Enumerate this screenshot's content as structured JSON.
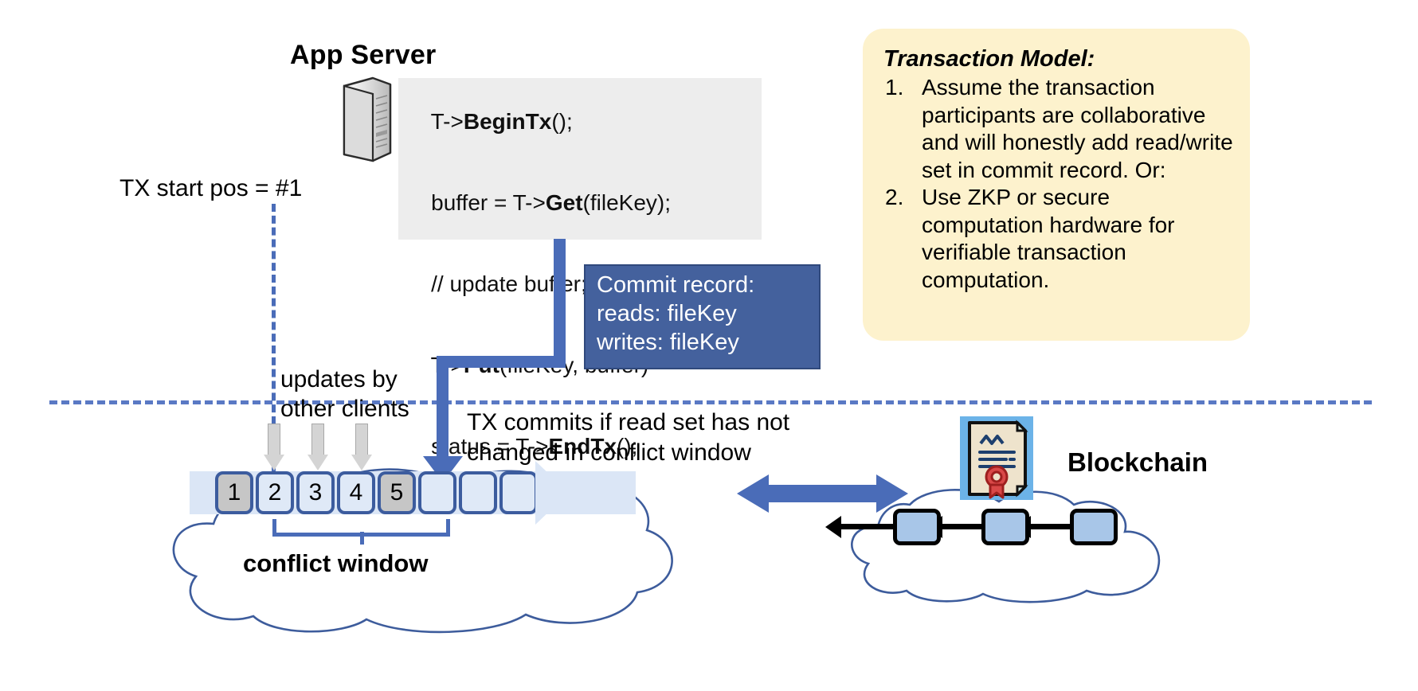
{
  "app_server": {
    "title": "App Server",
    "icon": "server-tower-icon"
  },
  "code_block": {
    "lines": [
      {
        "pre": "T->",
        "bold": "BeginTx",
        "post": "();"
      },
      {
        "pre": "buffer = T->",
        "bold": "Get",
        "post": "(fileKey);"
      },
      {
        "pre": "// update buffer;",
        "bold": "",
        "post": ""
      },
      {
        "pre": "T->",
        "bold": "Put",
        "post": "(fileKey, buffer)"
      },
      {
        "pre": "status = T->",
        "bold": "EndTx",
        "post": "();"
      }
    ]
  },
  "commit_record": {
    "title": "Commit record:",
    "reads": "reads: fileKey",
    "writes": "writes: fileKey",
    "fill_color": "#44619d"
  },
  "transaction_model": {
    "title": "Transaction Model:",
    "fill_color": "#fdf2cd",
    "items": [
      {
        "num": "1.",
        "text": "Assume the transaction participants are collaborative and will honestly add read/write set in commit record.  Or:"
      },
      {
        "num": "2.",
        "text": "Use ZKP or secure computation hardware for verifiable transaction computation."
      }
    ]
  },
  "timeline": {
    "tx_start_label": "TX start pos = #1",
    "updates_label_line1": "updates by",
    "updates_label_line2": "other clients",
    "tx_commits_line1": "TX commits if read set has not",
    "tx_commits_line2": "changed in conflict window",
    "conflict_window_label": "conflict window",
    "accent_color": "#4a6cb8",
    "log_entries": [
      {
        "label": "1",
        "state": "committed"
      },
      {
        "label": "2",
        "state": "update"
      },
      {
        "label": "3",
        "state": "update"
      },
      {
        "label": "4",
        "state": "update"
      },
      {
        "label": "5",
        "state": "committed"
      },
      {
        "label": "",
        "state": "empty"
      },
      {
        "label": "",
        "state": "empty"
      },
      {
        "label": "",
        "state": "empty"
      }
    ]
  },
  "blockchain": {
    "label": "Blockchain",
    "icon": "certificate-contract-icon",
    "block_color": "#a8c6e8",
    "blocks": [
      "",
      "",
      ""
    ]
  }
}
